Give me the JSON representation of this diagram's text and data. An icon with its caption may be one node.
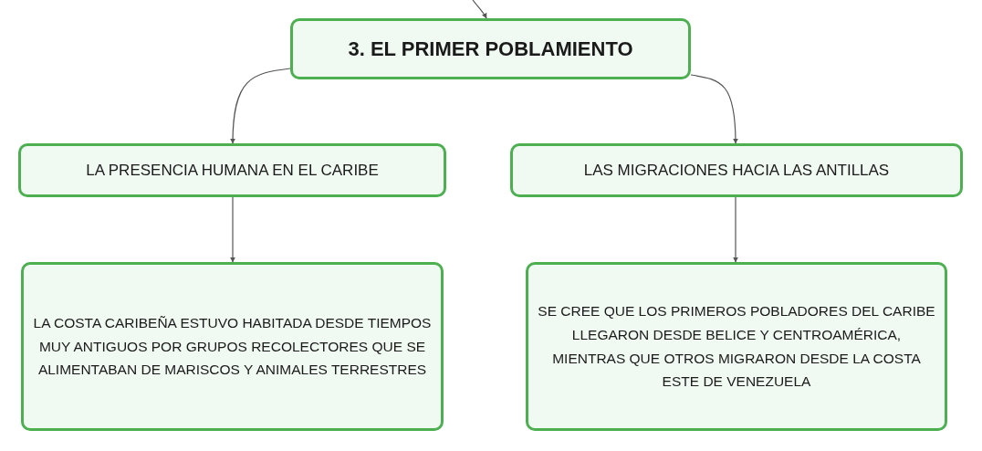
{
  "diagram": {
    "nodes": [
      {
        "text": [
          "3. EL PRIMER POBLAMIENTO"
        ]
      },
      {
        "text": [
          "LA PRESENCIA HUMANA EN EL CARIBE"
        ]
      },
      {
        "text": [
          "LAS MIGRACIONES HACIA LAS ANTILLAS"
        ]
      },
      {
        "text": [
          "LA COSTA CARIBEÑA ESTUVO HABITADA DESDE TIEMPOS MUY ANTIGUOS POR GRUPOS RECOLECTORES QUE SE ALIMENTABAN DE MARISCOS Y ANIMALES TERRESTRES"
        ]
      },
      {
        "text": [
          "SE CREE QUE LOS PRIMEROS POBLADORES DEL CARIBE LLEGARON DESDE BELICE Y CENTROAMÉRICA, MIENTRAS QUE OTROS MIGRARON DESDE LA COSTA ESTE DE VENEZUELA"
        ]
      }
    ],
    "edges": [
      {
        "from": null,
        "to": 0,
        "arrow": "to"
      },
      {
        "from": 0,
        "to": 1,
        "arrow": "to"
      },
      {
        "from": 0,
        "to": 2,
        "arrow": "to"
      },
      {
        "from": 1,
        "to": 3,
        "arrow": "to"
      },
      {
        "from": 2,
        "to": 4,
        "arrow": "to"
      }
    ]
  }
}
